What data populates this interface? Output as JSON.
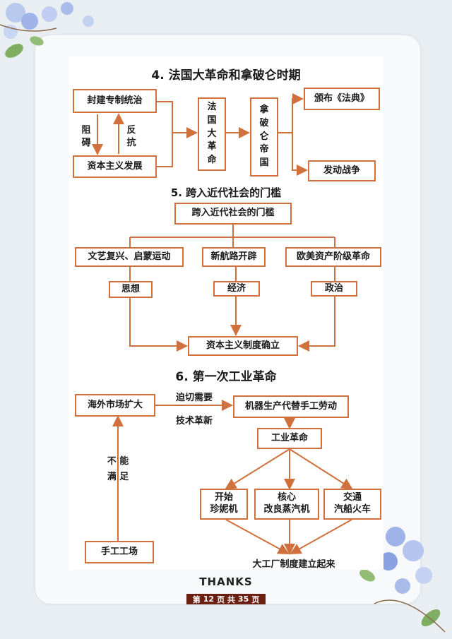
{
  "section4": {
    "title": "4. 法国大革命和拿破仑时期",
    "feudal": "封建专制统治",
    "capitalism_dev": "资本主义发展",
    "obstruct": "阻碍",
    "resist": "反抗",
    "revolution": [
      "法",
      "国",
      "大",
      "革",
      "命"
    ],
    "empire": [
      "拿",
      "破",
      "仑",
      "帝",
      "国"
    ],
    "code": "颁布《法典》",
    "war": "发动战争"
  },
  "section5": {
    "title": "5. 跨入近代社会的门槛",
    "top": "跨入近代社会的门槛",
    "renaissance": "文艺复兴、启蒙运动",
    "new_route": "新航路开辟",
    "bourgeois_rev": "欧美资产阶级革命",
    "thought": "思想",
    "economy": "经济",
    "politics": "政治",
    "established": "资本主义制度确立"
  },
  "section6": {
    "title": "6. 第一次工业革命",
    "market": "海外市场扩大",
    "urgent": "迫切需要",
    "tech": "技术革新",
    "machine": "机器生产代替手工劳动",
    "industrial": "工业革命",
    "cannot_line1": "不 能",
    "cannot_line2": "满 足",
    "workshop": "手工工场",
    "start1": "开始",
    "start2": "珍妮机",
    "core1": "核心",
    "core2": "改良蒸汽机",
    "transport1": "交通",
    "transport2": "汽船火车",
    "factory": "大工厂制度建立起来"
  },
  "footer": {
    "thanks": "THANKS",
    "page_prefix": "第",
    "page_current": "12",
    "page_mid": "页 共",
    "page_total": "35",
    "page_suffix": "页"
  },
  "colors": {
    "line": "#d0703c",
    "page_badge": "#6b1f12"
  },
  "icons": [
    "flower-decoration-top-left",
    "flower-decoration-bottom-right"
  ]
}
